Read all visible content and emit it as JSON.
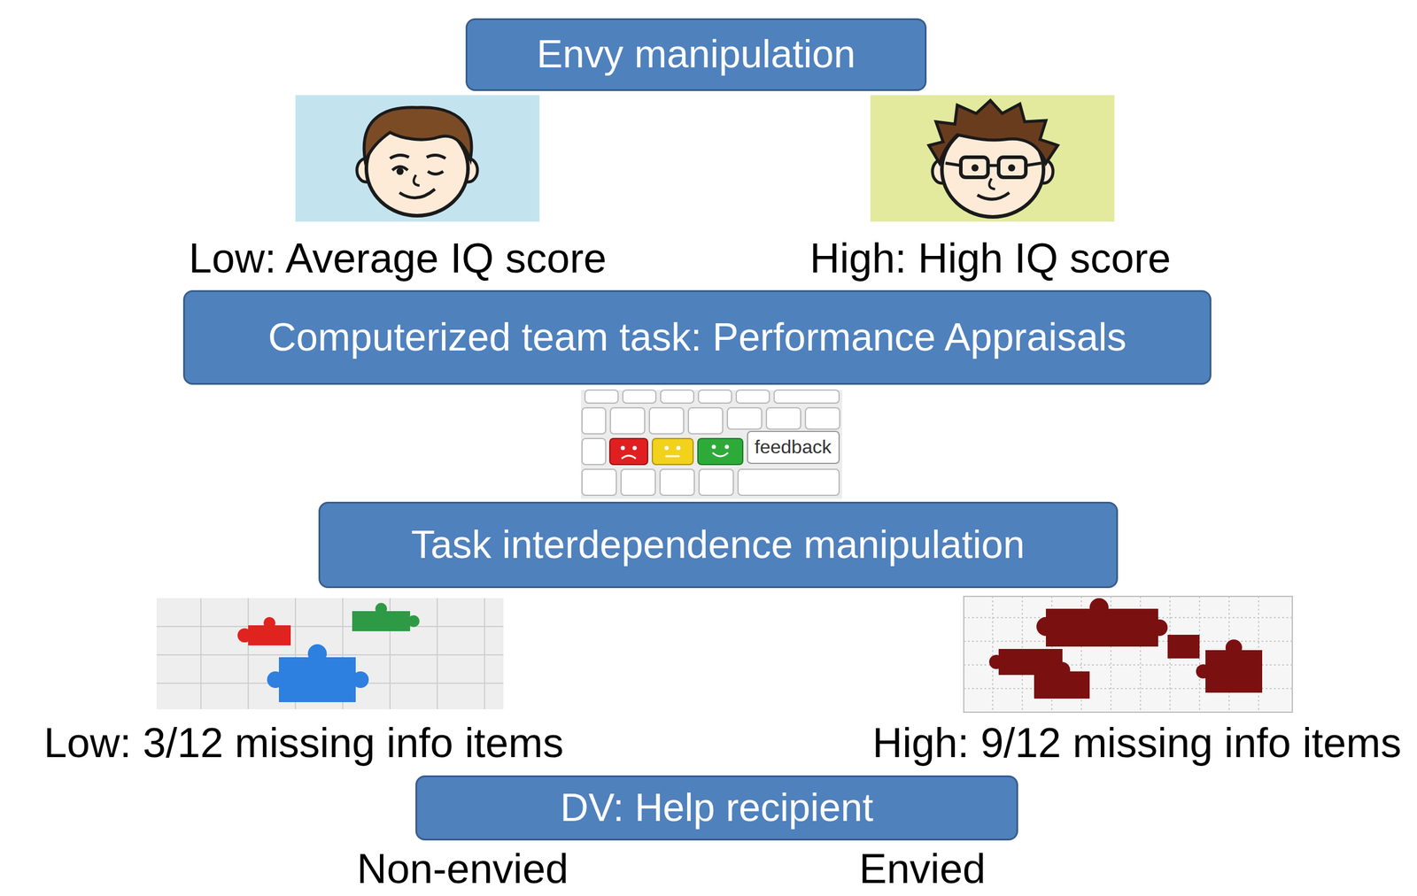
{
  "diagram": {
    "nodes": [
      {
        "text": [
          "Envy manipulation"
        ]
      },
      {
        "text": [
          "Computerized team task: Performance Appraisals"
        ]
      },
      {
        "text": [
          "Task interdependence manipulation"
        ]
      },
      {
        "text": [
          "DV: Help recipient"
        ]
      }
    ],
    "labels": [
      "Low: Average IQ score",
      "High: High IQ score",
      "feedback",
      "Low: 3/12 missing info items",
      "High: 9/12 missing info items",
      "Non-envied",
      "Envied"
    ]
  }
}
